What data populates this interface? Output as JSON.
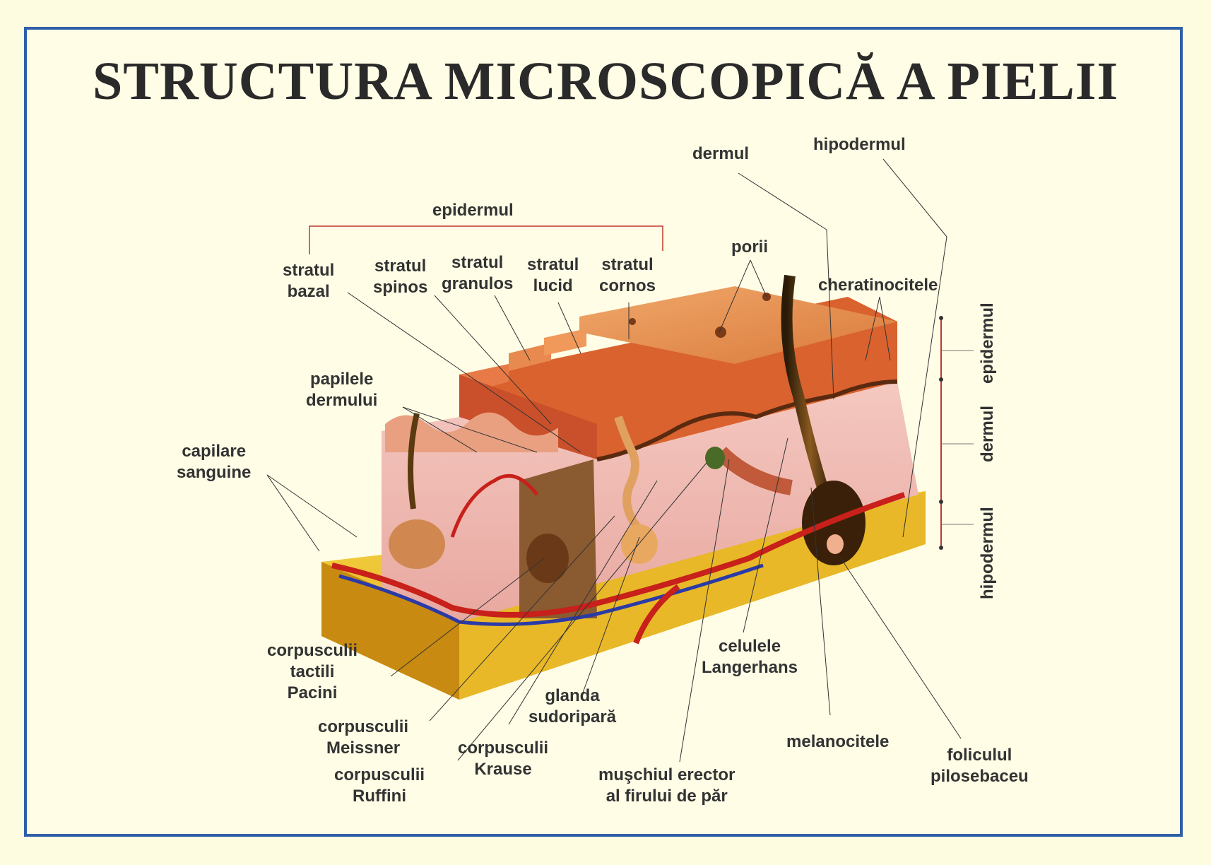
{
  "title": "STRUCTURA MICROSCOPICĂ A PIELII",
  "labels": {
    "epidermul_top": "epidermul",
    "stratul_bazal": "stratul\nbazal",
    "stratul_spinos": "stratul\nspinos",
    "stratul_granulos": "stratul\ngranulos",
    "stratul_lucid": "stratul\nlucid",
    "stratul_cornos": "stratul\ncornos",
    "dermul": "dermul",
    "hipodermul": "hipodermul",
    "porii": "porii",
    "cheratinocitele": "cheratinocitele",
    "papilele_dermului": "papilele\ndermului",
    "capilare_sanguine": "capilare\nsanguine",
    "corpusculii_pacini": "corpusculii\ntactili\nPacini",
    "corpusculii_meissner": "corpusculii\nMeissner",
    "corpusculii_ruffini": "corpusculii\nRuffini",
    "corpusculii_krause": "corpusculii\nKrause",
    "glanda_sudoripara": "glanda\nsudoripară",
    "muschiul_erector": "muşchiul erector\nal firului de păr",
    "celulele_langerhans": "celulele\nLangerhans",
    "melanocitele": "melanocitele",
    "foliculul_pilosebaceu": "foliculul\npilosebaceu"
  },
  "scale": {
    "epidermul": "epidermul",
    "dermul": "dermul",
    "hipodermul": "hipodermul"
  },
  "colors": {
    "frame": "#2f5fa8",
    "background": "#fdfce0",
    "bracket": "#c0392b"
  }
}
